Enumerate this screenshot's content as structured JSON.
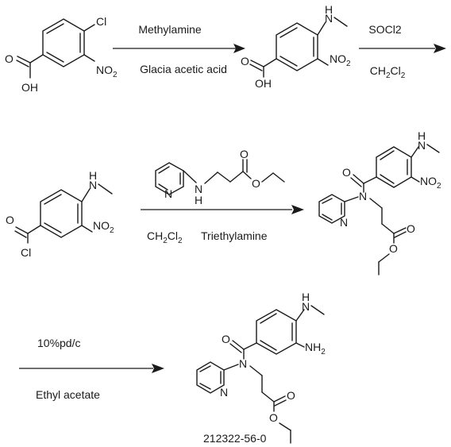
{
  "colors": {
    "ink": "#1a1a1a",
    "background": "#ffffff"
  },
  "compounds": {
    "c1": {
      "cl": "Cl",
      "no2": "NO",
      "no2_sub": "2",
      "o": "O",
      "oh": "OH"
    },
    "c2": {
      "nh": "H",
      "nh_n": "N",
      "no2": "NO",
      "no2_sub": "2",
      "o": "O",
      "oh": "OH"
    },
    "c3": {
      "nh": "H",
      "nh_n": "N",
      "no2": "NO",
      "no2_sub": "2",
      "o": "O",
      "cl": "Cl"
    },
    "reagent3": {
      "n_ring": "N",
      "nh_n": "N",
      "nh_h": "H",
      "o1": "O",
      "o2": "O"
    },
    "c4": {
      "nh_h": "H",
      "nh_n": "N",
      "no2": "NO",
      "no2_sub": "2",
      "o": "O",
      "n_amide": "N",
      "n_ring": "N",
      "o_ester1": "O",
      "o_ester2": "O"
    },
    "c5": {
      "nh_h": "H",
      "nh_n": "N",
      "nh2": "NH",
      "nh2_sub": "2",
      "o": "O",
      "n_amide": "N",
      "n_ring": "N",
      "o_ester1": "O",
      "o_ester2": "O",
      "cas": "212322-56-0"
    }
  },
  "steps": [
    {
      "above": "Methylamine",
      "below": "Glacia acetic acid"
    },
    {
      "above": "SOCl2",
      "below_main": "CH",
      "below_sub": "2",
      "below_main2": "Cl",
      "below_sub2": "2"
    },
    {
      "below_a_main": "CH",
      "below_a_sub": "2",
      "below_a_main2": "Cl",
      "below_a_sub2": "2",
      "below_b": "Triethylamine"
    },
    {
      "above": "10%pd/c",
      "below": "Ethyl acetate"
    }
  ]
}
